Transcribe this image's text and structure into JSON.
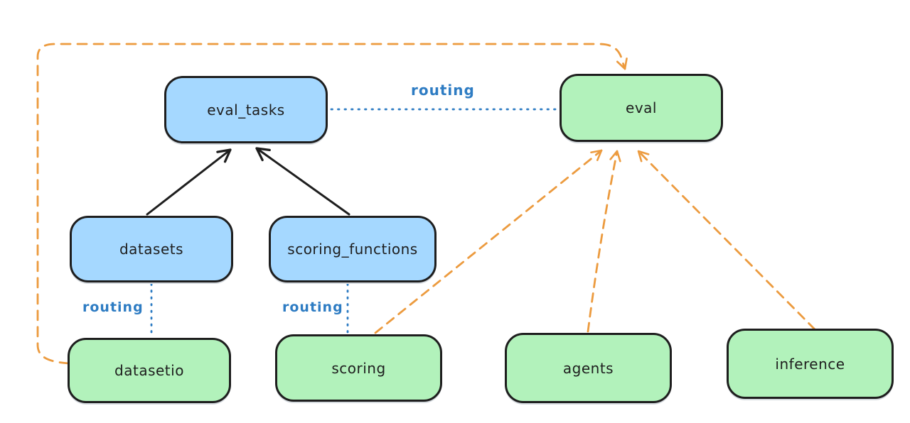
{
  "colors": {
    "background": "#ffffff",
    "box_stroke": "#1e1e1e",
    "registry_box_fill": "#a5d8ff",
    "provider_box_fill": "#b2f2bb",
    "solid_arrow": "#1e1e1e",
    "routing_line": "#2e7cc3",
    "dependency_line": "#ec9b3f"
  },
  "nodes": {
    "eval_tasks": {
      "label": "eval_tasks",
      "kind": "registry"
    },
    "eval": {
      "label": "eval",
      "kind": "api"
    },
    "datasets": {
      "label": "datasets",
      "kind": "registry"
    },
    "scoring_functions": {
      "label": "scoring_functions",
      "kind": "registry"
    },
    "datasetio": {
      "label": "datasetio",
      "kind": "api"
    },
    "scoring": {
      "label": "scoring",
      "kind": "api"
    },
    "agents": {
      "label": "agents",
      "kind": "api"
    },
    "inference": {
      "label": "inference",
      "kind": "api"
    }
  },
  "edges": [
    {
      "from": "datasets",
      "to": "eval_tasks",
      "style": "solid-arrow",
      "color": "#1e1e1e",
      "label": ""
    },
    {
      "from": "scoring_functions",
      "to": "eval_tasks",
      "style": "solid-arrow",
      "color": "#1e1e1e",
      "label": ""
    },
    {
      "from": "eval_tasks",
      "to": "eval",
      "style": "dotted",
      "color": "#2e7cc3",
      "label": "routing"
    },
    {
      "from": "datasets",
      "to": "datasetio",
      "style": "dotted",
      "color": "#2e7cc3",
      "label": "routing"
    },
    {
      "from": "scoring_functions",
      "to": "scoring",
      "style": "dotted",
      "color": "#2e7cc3",
      "label": "routing"
    },
    {
      "from": "datasetio",
      "to": "eval",
      "style": "dashed-arrow",
      "color": "#ec9b3f",
      "label": ""
    },
    {
      "from": "scoring",
      "to": "eval",
      "style": "dashed-arrow",
      "color": "#ec9b3f",
      "label": ""
    },
    {
      "from": "agents",
      "to": "eval",
      "style": "dashed-arrow",
      "color": "#ec9b3f",
      "label": ""
    },
    {
      "from": "inference",
      "to": "eval",
      "style": "dashed-arrow",
      "color": "#ec9b3f",
      "label": ""
    }
  ],
  "edge_labels": {
    "eval_routing": "routing",
    "datasetio_routing": "routing",
    "scoring_routing": "routing"
  }
}
